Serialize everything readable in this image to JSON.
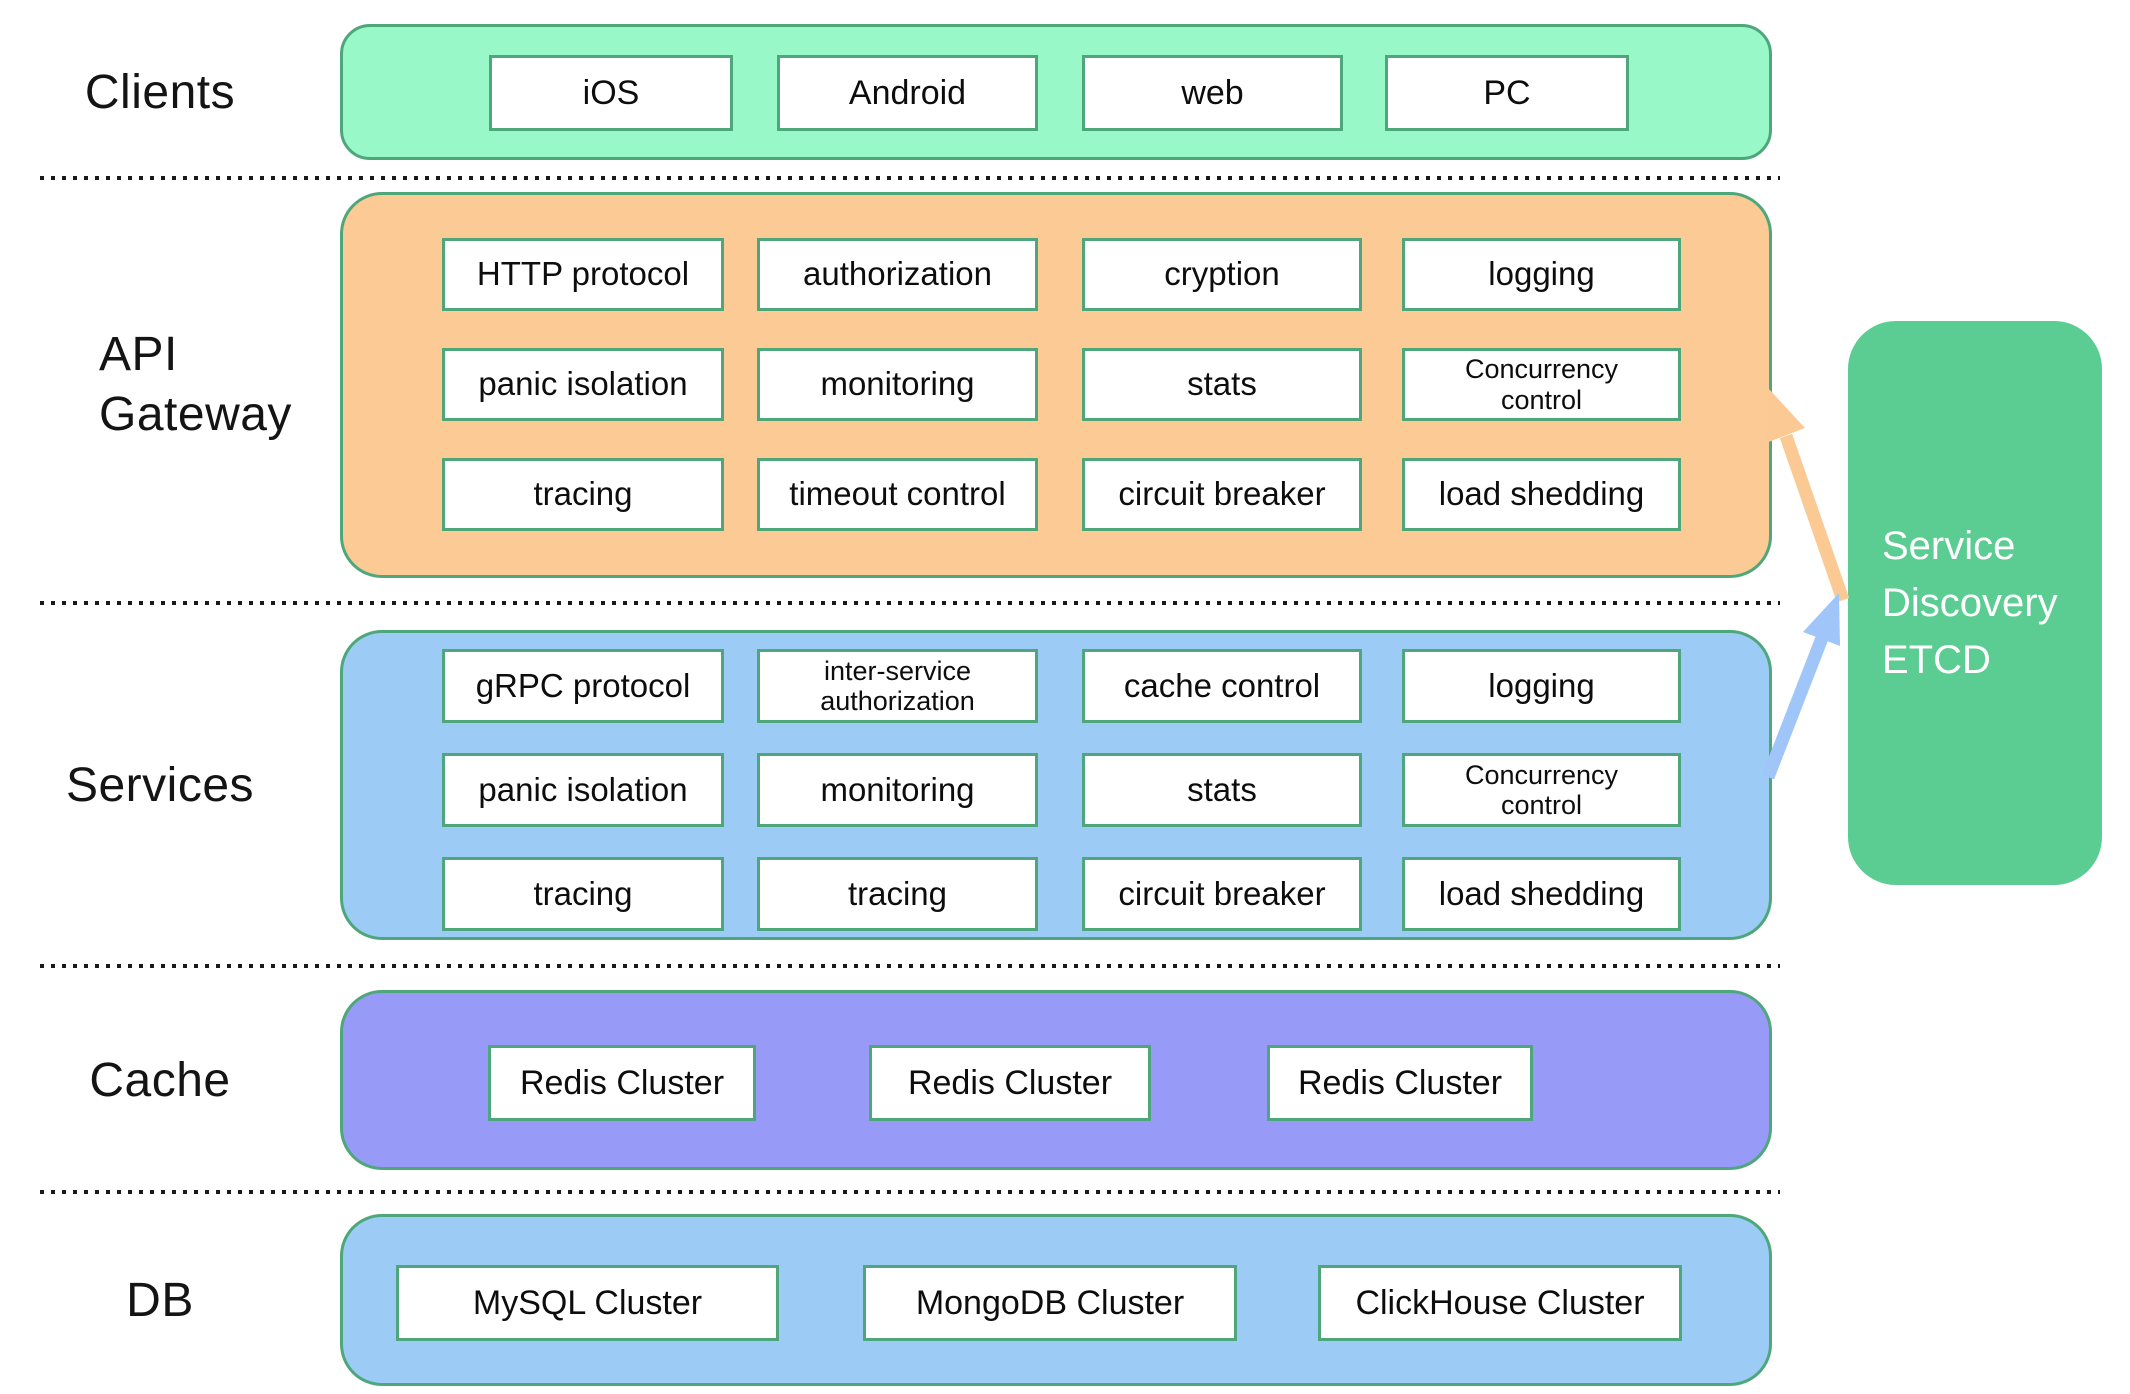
{
  "layers": {
    "clients": {
      "label": "Clients",
      "items": [
        "iOS",
        "Android",
        "web",
        "PC"
      ]
    },
    "api_gateway": {
      "label_lines": [
        "API",
        "Gateway"
      ],
      "rows": [
        [
          "HTTP protocol",
          "authorization",
          "cryption",
          "logging"
        ],
        [
          "panic isolation",
          "monitoring",
          "stats",
          "Concurrency\ncontrol"
        ],
        [
          "tracing",
          "timeout control",
          "circuit breaker",
          "load shedding"
        ]
      ]
    },
    "services": {
      "label": "Services",
      "rows": [
        [
          "gRPC protocol",
          "inter-service\nauthorization",
          "cache control",
          "logging"
        ],
        [
          "panic isolation",
          "monitoring",
          "stats",
          "Concurrency\ncontrol"
        ],
        [
          "tracing",
          "tracing",
          "circuit breaker",
          "load shedding"
        ]
      ]
    },
    "cache": {
      "label": "Cache",
      "items": [
        "Redis Cluster",
        "Redis Cluster",
        "Redis Cluster"
      ]
    },
    "db": {
      "label": "DB",
      "items": [
        "MySQL Cluster",
        "MongoDB Cluster",
        "ClickHouse Cluster"
      ]
    }
  },
  "service_discovery": {
    "label_lines": [
      "Service",
      "Discovery",
      "ETCD"
    ]
  },
  "colors": {
    "clients_band": "#98F8C8",
    "api_band": "#FCCA94",
    "services_band": "#9CCBF5",
    "cache_band": "#989AF8",
    "db_band": "#9CCBF5",
    "etcd_box": "#5CCD92",
    "node_border": "#4EA77A",
    "arrow_orange": "#FBCA94",
    "arrow_blue": "#A0C5F8"
  }
}
